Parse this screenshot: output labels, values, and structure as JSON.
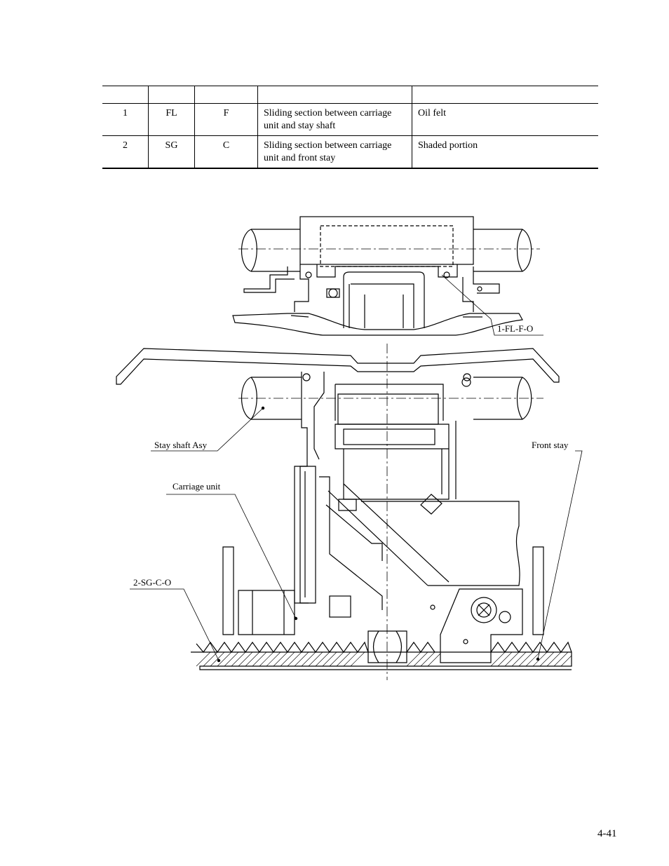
{
  "table": {
    "headers": [
      "",
      "",
      "",
      "",
      ""
    ],
    "rows": [
      {
        "no": "1",
        "type": "FL",
        "code": "F",
        "point": "Sliding section between carriage unit and stay shaft",
        "remarks": "Oil felt"
      },
      {
        "no": "2",
        "type": "SG",
        "code": "C",
        "point": "Sliding section between carriage unit and front stay",
        "remarks": "Shaded portion"
      }
    ]
  },
  "diagram": {
    "labels": {
      "fl_point": "1-FL-F-O",
      "stay_shaft": "Stay shaft Asy",
      "front_stay": "Front stay",
      "carriage_unit": "Carriage unit",
      "sg_point": "2-SG-C-O"
    }
  },
  "page_number": "4-41"
}
